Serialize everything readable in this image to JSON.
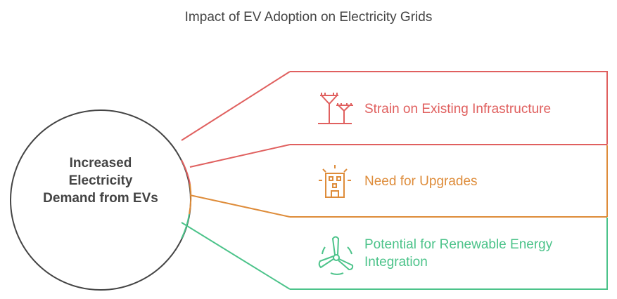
{
  "title": "Impact of EV Adoption on Electricity Grids",
  "center": {
    "line1": "Increased",
    "line2": "Electricity",
    "line3": "Demand from EVs"
  },
  "items": [
    {
      "label": "Strain on Existing Infrastructure",
      "icon": "power-line-icon",
      "color": "#E0605F"
    },
    {
      "label": "Need for Upgrades",
      "icon": "building-icon",
      "color": "#DE8C3A"
    },
    {
      "label_line1": "Potential for Renewable Energy",
      "label_line2": "Integration",
      "icon": "wind-turbine-icon",
      "color": "#4CC38A"
    }
  ]
}
